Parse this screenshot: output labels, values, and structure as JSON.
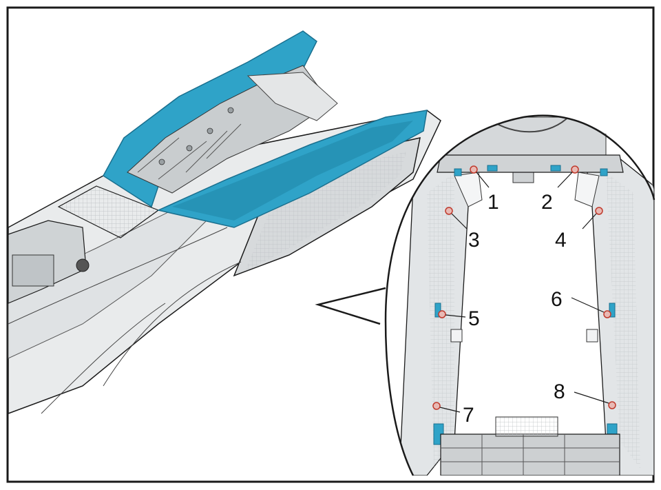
{
  "diagram": {
    "callouts": [
      {
        "label": "1"
      },
      {
        "label": "2"
      },
      {
        "label": "3"
      },
      {
        "label": "4"
      },
      {
        "label": "5"
      },
      {
        "label": "6"
      },
      {
        "label": "7"
      },
      {
        "label": "8"
      }
    ]
  },
  "colors": {
    "accent_panel": "#2fa3c8",
    "accent_dark": "#1a6f8e",
    "screw_marker": "#c0392b",
    "console_fill": "#e9ebec",
    "outline": "#1a1a1a"
  }
}
